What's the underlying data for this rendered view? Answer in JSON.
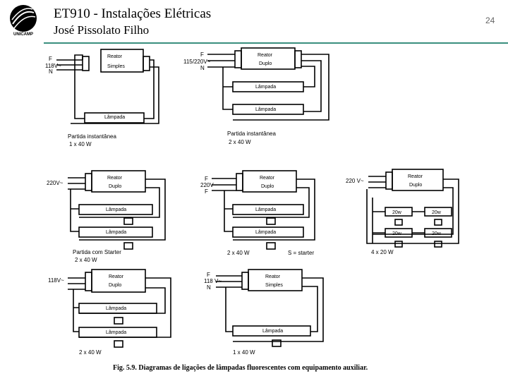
{
  "header": {
    "title": "ET910 - Instalações Elétricas",
    "subtitle": "José Pissolato Filho",
    "page_number": "24",
    "logo_text": "UNICAMP"
  },
  "diagrams": {
    "d1": {
      "supply": [
        "F",
        "118V~",
        "N"
      ],
      "reactor": [
        "Reator",
        "Simples"
      ],
      "lamps": [
        "Lâmpada"
      ],
      "caption": [
        "Partida   instantânea",
        "1 x 40 W"
      ]
    },
    "d2": {
      "supply": [
        "F",
        "115/220V~",
        "N"
      ],
      "reactor": [
        "Reator",
        "Duplo"
      ],
      "lamps": [
        "Lâmpada",
        "Lâmpada"
      ],
      "caption": [
        "Partida   instantânea",
        "2 x 40 W"
      ]
    },
    "d3": {
      "supply": [
        "220V~"
      ],
      "reactor": [
        "Reator",
        "Duplo"
      ],
      "lamps": [
        "Lâmpada",
        "Lâmpada"
      ],
      "caption": [
        "Partida   com  Starter",
        "2 x 40 W"
      ]
    },
    "d4": {
      "supply": [
        "F",
        "220V~",
        "F"
      ],
      "reactor": [
        "Reator",
        "Duplo"
      ],
      "lamps": [
        "Lâmpada",
        "Lâmpada"
      ],
      "caption": [
        "2 x 40 W",
        "S = starter"
      ]
    },
    "d5": {
      "supply": [
        "220 V~"
      ],
      "reactor": [
        "Reator",
        "Duplo"
      ],
      "lamps": [
        "20w",
        "20w",
        "20w",
        "20w"
      ],
      "caption": [
        "4 x 20 W"
      ]
    },
    "d6": {
      "supply": [
        "118V~"
      ],
      "reactor": [
        "Reator",
        "Duplo"
      ],
      "lamps": [
        "Lâmpada",
        "Lâmpada"
      ],
      "caption": [
        "2 x 40 W"
      ]
    },
    "d7": {
      "supply": [
        "F",
        "118 V~",
        "N"
      ],
      "reactor": [
        "Reator",
        "Simples"
      ],
      "lamps": [
        "Lâmpada"
      ],
      "caption": [
        "1 x 40 W"
      ]
    }
  },
  "figure_caption": "Fig. 5.9.  Diagramas de ligações de lâmpadas fluorescentes com equipamento auxiliar."
}
